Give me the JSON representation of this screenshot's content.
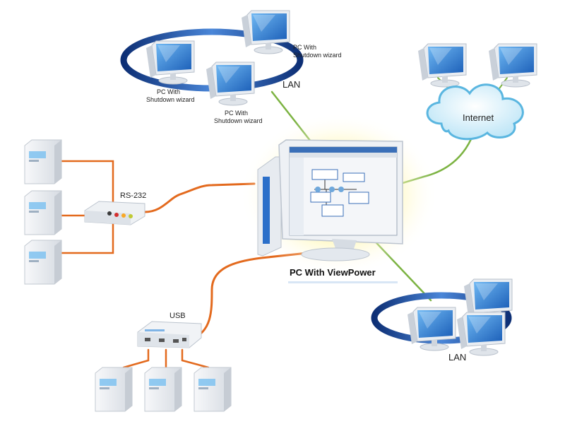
{
  "labels": {
    "lan_top": "LAN",
    "lan_bottom": "LAN",
    "internet": "Internet",
    "rs232": "RS-232",
    "usb": "USB",
    "pc_main": "PC With ViewPower",
    "pc_wizard_line1": "PC With",
    "pc_wizard_line2": "Shutdown wizard"
  },
  "colors": {
    "cable_orange": "#e36a1e",
    "cable_green": "#7cb342",
    "lan_ring": "#1f4fa3",
    "cloud": "#9fd6ee",
    "monitor_screen": "#2a7fd4",
    "glow": "#fff3a0"
  },
  "icons": [
    "monitor-icon",
    "ups-icon",
    "cloud-icon",
    "serial-port-icon",
    "usb-hub-icon",
    "lan-ring-icon"
  ]
}
